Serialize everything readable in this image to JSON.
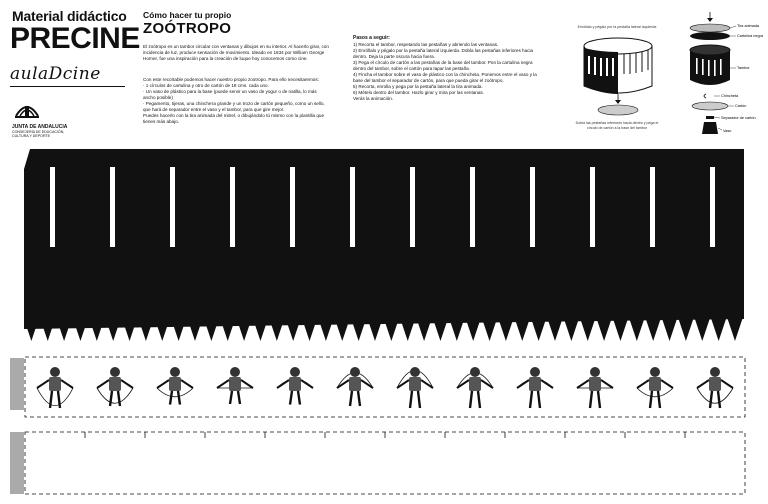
{
  "header": {
    "material": "Material didáctico",
    "brand": "PRECINE",
    "aula": "aulaDcine",
    "junta_name": "JUNTA DE ANDALUCIA",
    "junta_dept": "CONSEJERÍA DE EDUCACIÓN, CULTURA Y DEPORTE"
  },
  "article": {
    "subtitle": "Cómo hacer tu propio",
    "title": "ZOÓTROPO",
    "intro": "El zoótropo es un tambor circular con ventanas y dibujos en su interior. Al hacerlo girar, con incidencia de luz, produce sensación de movimiento. Ideado en 1834 por William George Horner, fue una inspiración para la creación de luque hoy conocemos como cine.",
    "how_intro": "Con este recortable podemos hacer nuestro propio zootropo. Para ello necesitaremos:",
    "materials": [
      "· 1 círculos de cartulina y otro de cartón de 18 cms. cada uno.",
      "· Un vaso de plástico para la base (puede servir un vaso de yogur o de natilla, lo más ancho posible)",
      "· Pegamento, tijeras, una chinchета grande y un trozo de cartón pequeño, como un sello, que hará de separador entre el vaso y el tambor, para que gire mejor.",
      "Puedes hacerlo con la tira animada del mitrel, o dibujándolo tú mismo con la plantilla que tienes más abajo."
    ]
  },
  "steps": {
    "title": "Pasos a seguir:",
    "items": [
      "1) Recorta el tambor, respetando las pestañas y abriendo las ventanas.",
      "2) Enróllalo y pégalo por la pestaña lateral izquierda. Dobla las pestañas inferiores hacia dentro. Deja la parte oscura hacia fuera.",
      "3) Pega el círculo de cartón a las pestañas de la base del tambor. Pon la cartulina negra dentro del tambor, sobre el cartón para tapar las pestaña.",
      "4) Fincha el tambor sobre el vaso de plástico con la chincheta. Ponemos entre el vaso y la base del tambor el separador de cartón, para que pueda girar el zoótropo.",
      "5) Recorta, enrolla y pega por la pestaña lateral la tira animada.",
      "6) Mételo dentro del tambor. Hazlo girar y mira por las ventanas.",
      "Verás la animación."
    ]
  },
  "diagram": {
    "caption_top": "Enróllalo y pégalo por la pestaña lateral izquierda",
    "caption_bottom": "Dobla las pestañas inferiores hacia dentro y pega el círculo de cartón a la base del tambor",
    "labels": [
      "Tira animada",
      "Cartulina negra",
      "Tambor",
      "Chincheta",
      "Cartón",
      "Separador de cartón",
      "Vaso"
    ]
  },
  "strips": {
    "frames": 12,
    "slots": 12,
    "teeth": 44
  }
}
